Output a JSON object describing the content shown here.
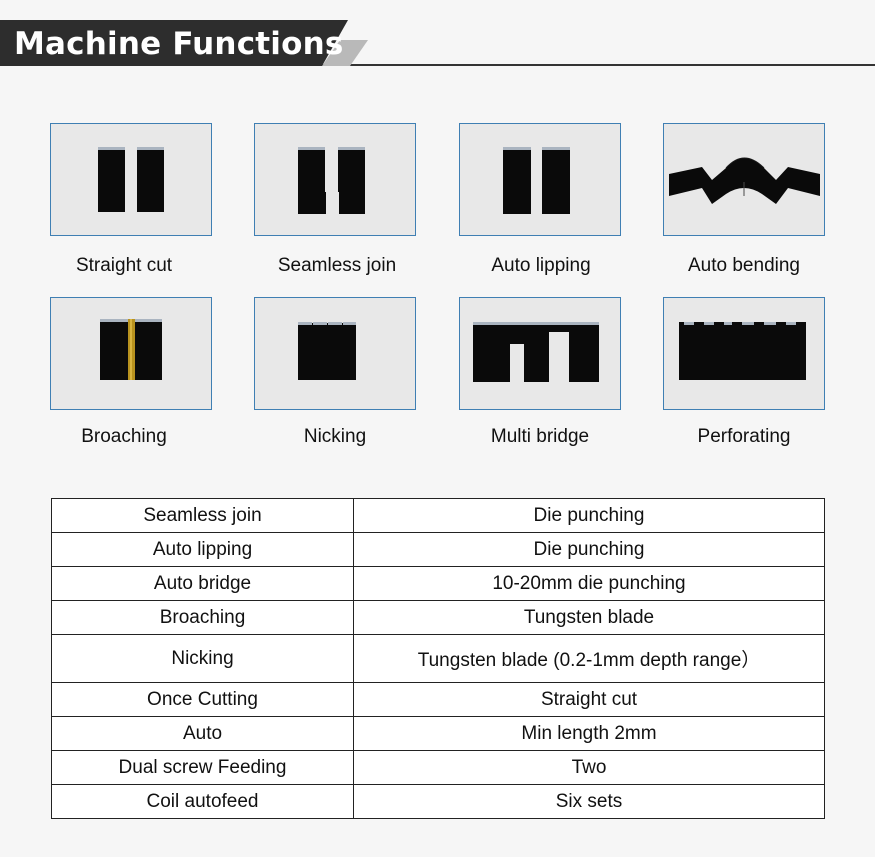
{
  "header": {
    "title": "Machine Functions"
  },
  "functions": [
    {
      "label": "Straight cut",
      "icon": "straight-cut-icon"
    },
    {
      "label": "Seamless join",
      "icon": "seamless-join-icon"
    },
    {
      "label": "Auto lipping",
      "icon": "auto-lipping-icon"
    },
    {
      "label": "Auto bending",
      "icon": "auto-bending-icon"
    },
    {
      "label": "Broaching",
      "icon": "broaching-icon"
    },
    {
      "label": "Nicking",
      "icon": "nicking-icon"
    },
    {
      "label": "Multi bridge",
      "icon": "multi-bridge-icon"
    },
    {
      "label": "Perforating",
      "icon": "perforating-icon"
    }
  ],
  "specs": [
    {
      "feature": "Seamless join",
      "detail": "Die punching"
    },
    {
      "feature": "Auto lipping",
      "detail": "Die punching"
    },
    {
      "feature": "Auto bridge",
      "detail": "10-20mm die punching"
    },
    {
      "feature": "Broaching",
      "detail": "Tungsten blade"
    },
    {
      "feature": "Nicking",
      "detail": "Tungsten blade (0.2-1mm depth range）"
    },
    {
      "feature": "Once Cutting",
      "detail": "Straight cut"
    },
    {
      "feature": "Auto",
      "detail": "Min length 2mm"
    },
    {
      "feature": "Dual screw Feeding",
      "detail": "Two"
    },
    {
      "feature": "Coil autofeed",
      "detail": "Six sets"
    }
  ],
  "colors": {
    "tile_border": "#3f7fb3",
    "tile_background": "#e8e8e8",
    "blade": "#0a0a0a",
    "blade_edge": "#aab4c0",
    "broach_strip": "#b8921e",
    "header_bg": "#2d2d2d"
  }
}
